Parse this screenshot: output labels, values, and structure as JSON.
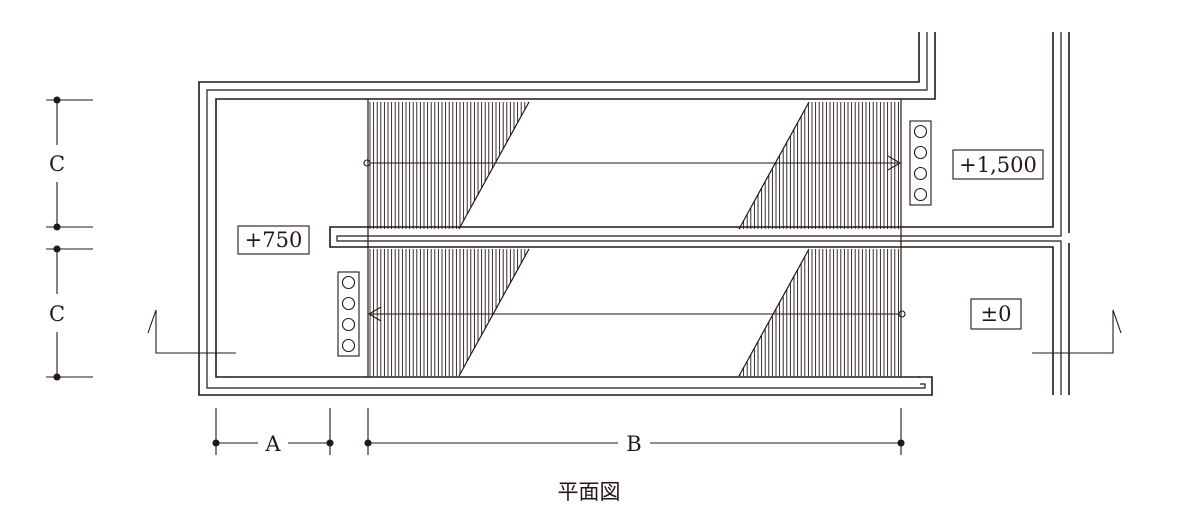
{
  "levels": {
    "upper_landing": "+1,500",
    "mid_landing": "+750",
    "ground": "±0"
  },
  "dimensions": {
    "landing_depth": "A",
    "flight_run": "B",
    "flight_width_upper": "C",
    "flight_width_lower": "C"
  },
  "caption": "平面図",
  "colors": {
    "line": "#231815",
    "background": "#ffffff"
  }
}
